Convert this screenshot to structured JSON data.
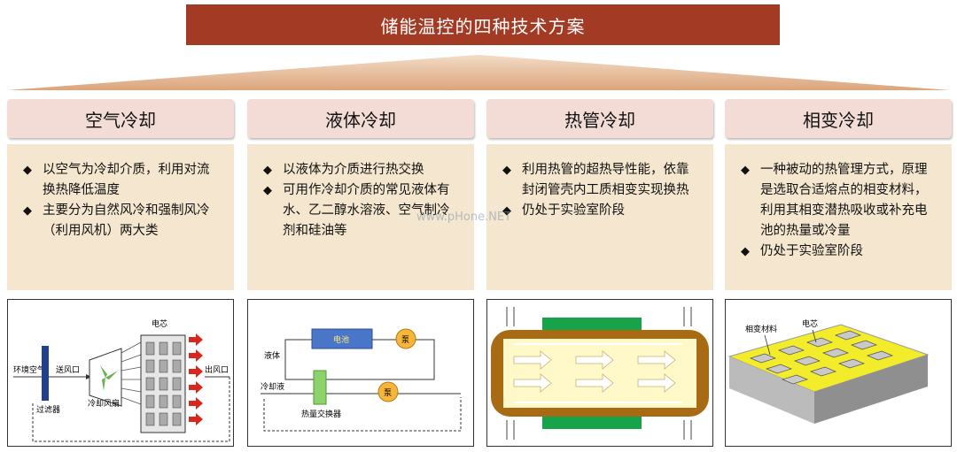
{
  "title": "储能温控的四种技术方案",
  "columns": [
    {
      "heading": "空气冷却",
      "bullets": [
        "以空气为冷却介质，利用对流换热降低温度",
        "主要分为自然风冷和强制风冷（利用风机）两大类"
      ]
    },
    {
      "heading": "液体冷却",
      "bullets": [
        "以液体为介质进行热交换",
        "可用作冷却介质的常见液体有水、乙二醇水溶液、空气制冷剂和硅油等"
      ]
    },
    {
      "heading": "热管冷却",
      "bullets": [
        "利用热管的超热导性能，依靠封闭管壳内工质相变实现换热",
        "仍处于实验室阶段"
      ]
    },
    {
      "heading": "相变冷却",
      "bullets": [
        "一种被动的热管理方式，原理是选取合适熔点的相变材料，利用其相变潜热吸收或补充电池的热量或冷量",
        "仍处于实验室阶段"
      ]
    }
  ],
  "air_diagram": {
    "env_air": "环境空气",
    "supply": "送风口",
    "filter": "过滤器",
    "fan": "冷却风扇",
    "cell": "电芯",
    "outlet": "出风口"
  },
  "liquid_diagram": {
    "battery": "电池",
    "pump": "泵",
    "liquid": "液体",
    "coolant": "冷却液",
    "exchanger": "热量交换器"
  },
  "pcm_diagram": {
    "material": "相变材料",
    "cell": "电芯"
  },
  "watermark": "www.pHone.NET",
  "colors": {
    "title_bg": "#a33a23",
    "heading_bg": "#f2dcd5",
    "panel_bg": "#f5e7cf",
    "roof": "#e8c29f"
  }
}
